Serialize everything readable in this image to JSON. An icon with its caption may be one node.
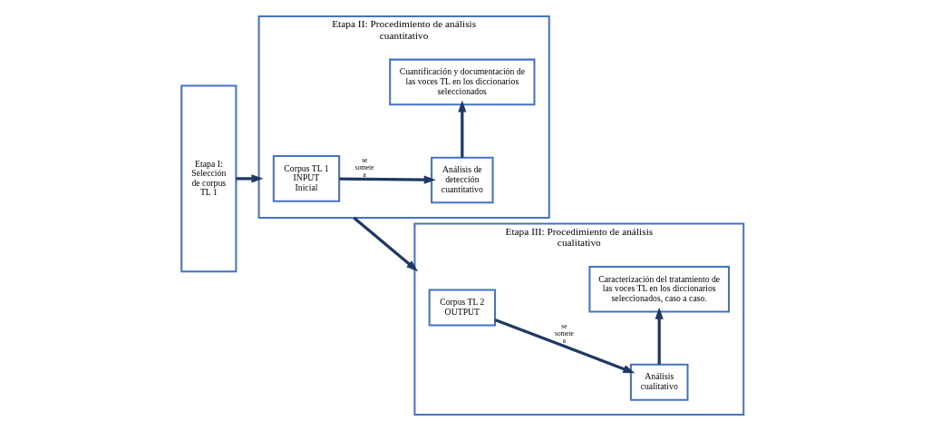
{
  "diagram": {
    "nodes": [
      {
        "text": [
          "Etapa I: Selección de corpus TL 1"
        ]
      },
      {
        "text": [
          "Etapa II: Procedimiento de análisis cuantitativo"
        ]
      },
      {
        "text": [
          "Corpus TL 1 INPUT Inicial"
        ],
        "in": 1
      },
      {
        "text": [
          "Análisis de detección cuantitativo"
        ],
        "in": 1
      },
      {
        "text": [
          "Cuantificación y documentación de las voces TL en los diccionarios seleccionados"
        ],
        "in": 1
      },
      {
        "text": [
          "Etapa III: Procedimiento de análisis cualitativo"
        ]
      },
      {
        "text": [
          "Corpus TL 2 OUTPUT"
        ],
        "in": 5
      },
      {
        "text": [
          "Análisis cualitativo"
        ],
        "in": 5
      },
      {
        "text": [
          "Caracterización del tratamiento de las voces TL en los diccionarios seleccionados, caso a caso."
        ],
        "in": 5
      }
    ],
    "edges": [
      {
        "from": 0,
        "to": 1,
        "arrow": "to"
      },
      {
        "from": 2,
        "to": 3,
        "label": "se somete a",
        "arrow": "to"
      },
      {
        "from": 3,
        "to": 4,
        "arrow": "to"
      },
      {
        "from": 1,
        "to": 5,
        "arrow": "to"
      },
      {
        "from": 6,
        "to": 7,
        "label": "se somete a",
        "arrow": "to"
      },
      {
        "from": 7,
        "to": 8,
        "arrow": "to"
      }
    ]
  }
}
